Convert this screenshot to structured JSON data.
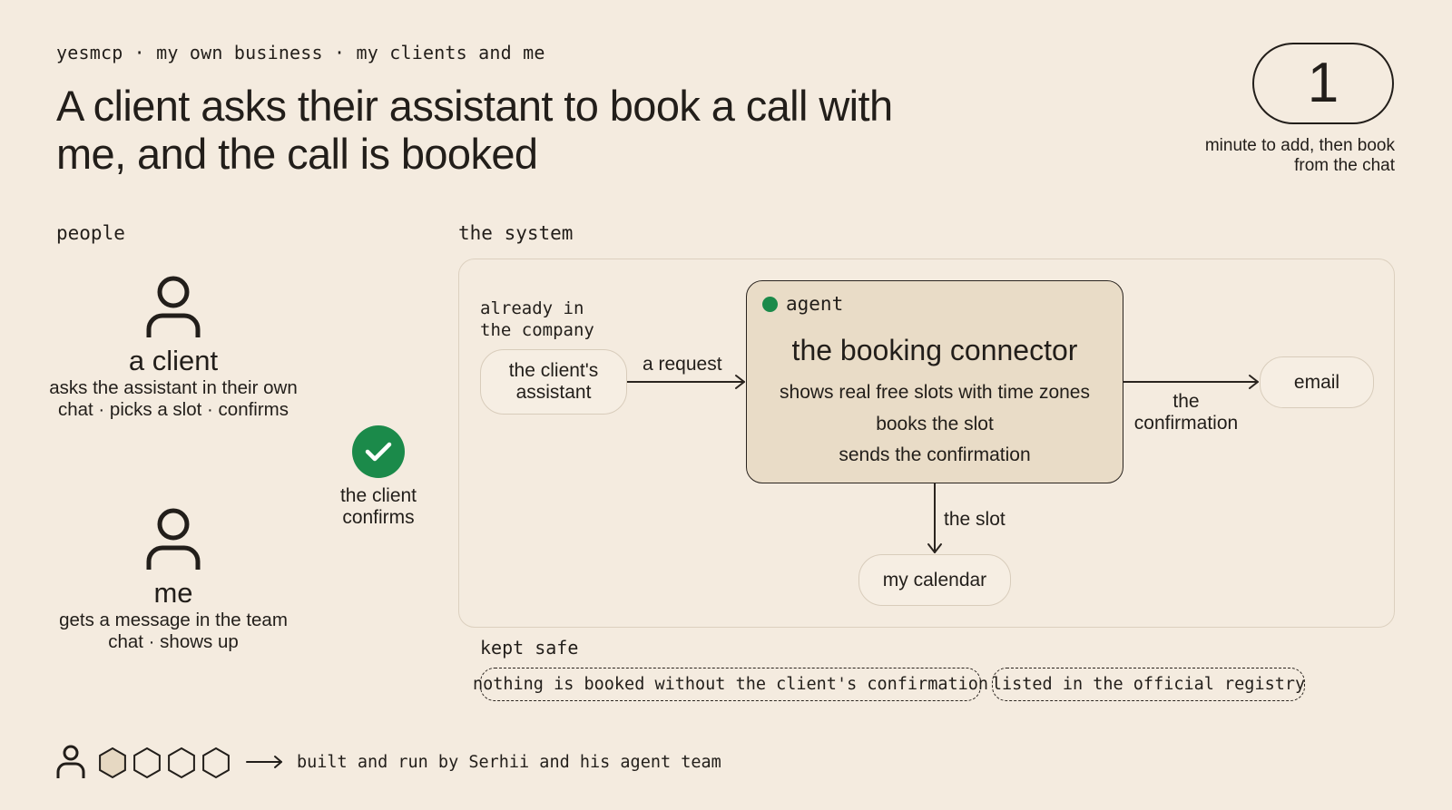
{
  "header": {
    "breadcrumb": "yesmcp · my own business · my clients and me",
    "title": "A client asks their assistant to book a call with me, and the call is booked",
    "metric": {
      "value": "1",
      "caption": "minute to add, then book from the chat"
    }
  },
  "sections": {
    "people": "people",
    "system": "the system"
  },
  "people": [
    {
      "name": "a client",
      "description": "asks the assistant in their own chat · picks a slot · confirms",
      "icon": "person-icon"
    },
    {
      "name": "me",
      "description": "gets a message in the team chat · shows up",
      "icon": "person-icon"
    }
  ],
  "confirmation": {
    "label": "the client confirms",
    "icon": "check-circle-icon",
    "color": "#1b8a4a"
  },
  "system": {
    "note": "already in the company",
    "assistant_node": "the client's assistant",
    "request_label": "a request",
    "agent": {
      "tag": "agent",
      "status_color": "#1b8a4a",
      "title": "the booking connector",
      "lines": [
        "shows real free slots with time zones",
        "books the slot",
        "sends the confirmation"
      ]
    },
    "confirmation_label": "the confirmation",
    "email_node": "email",
    "slot_label": "the slot",
    "calendar_node": "my calendar"
  },
  "kept_safe": {
    "label": "kept safe",
    "tags": [
      "nothing is booked without the client's confirmation",
      "listed in the official registry"
    ]
  },
  "footer": {
    "text": "built and run by Serhii and his agent team",
    "team_count": 4,
    "filled_count": 1
  }
}
